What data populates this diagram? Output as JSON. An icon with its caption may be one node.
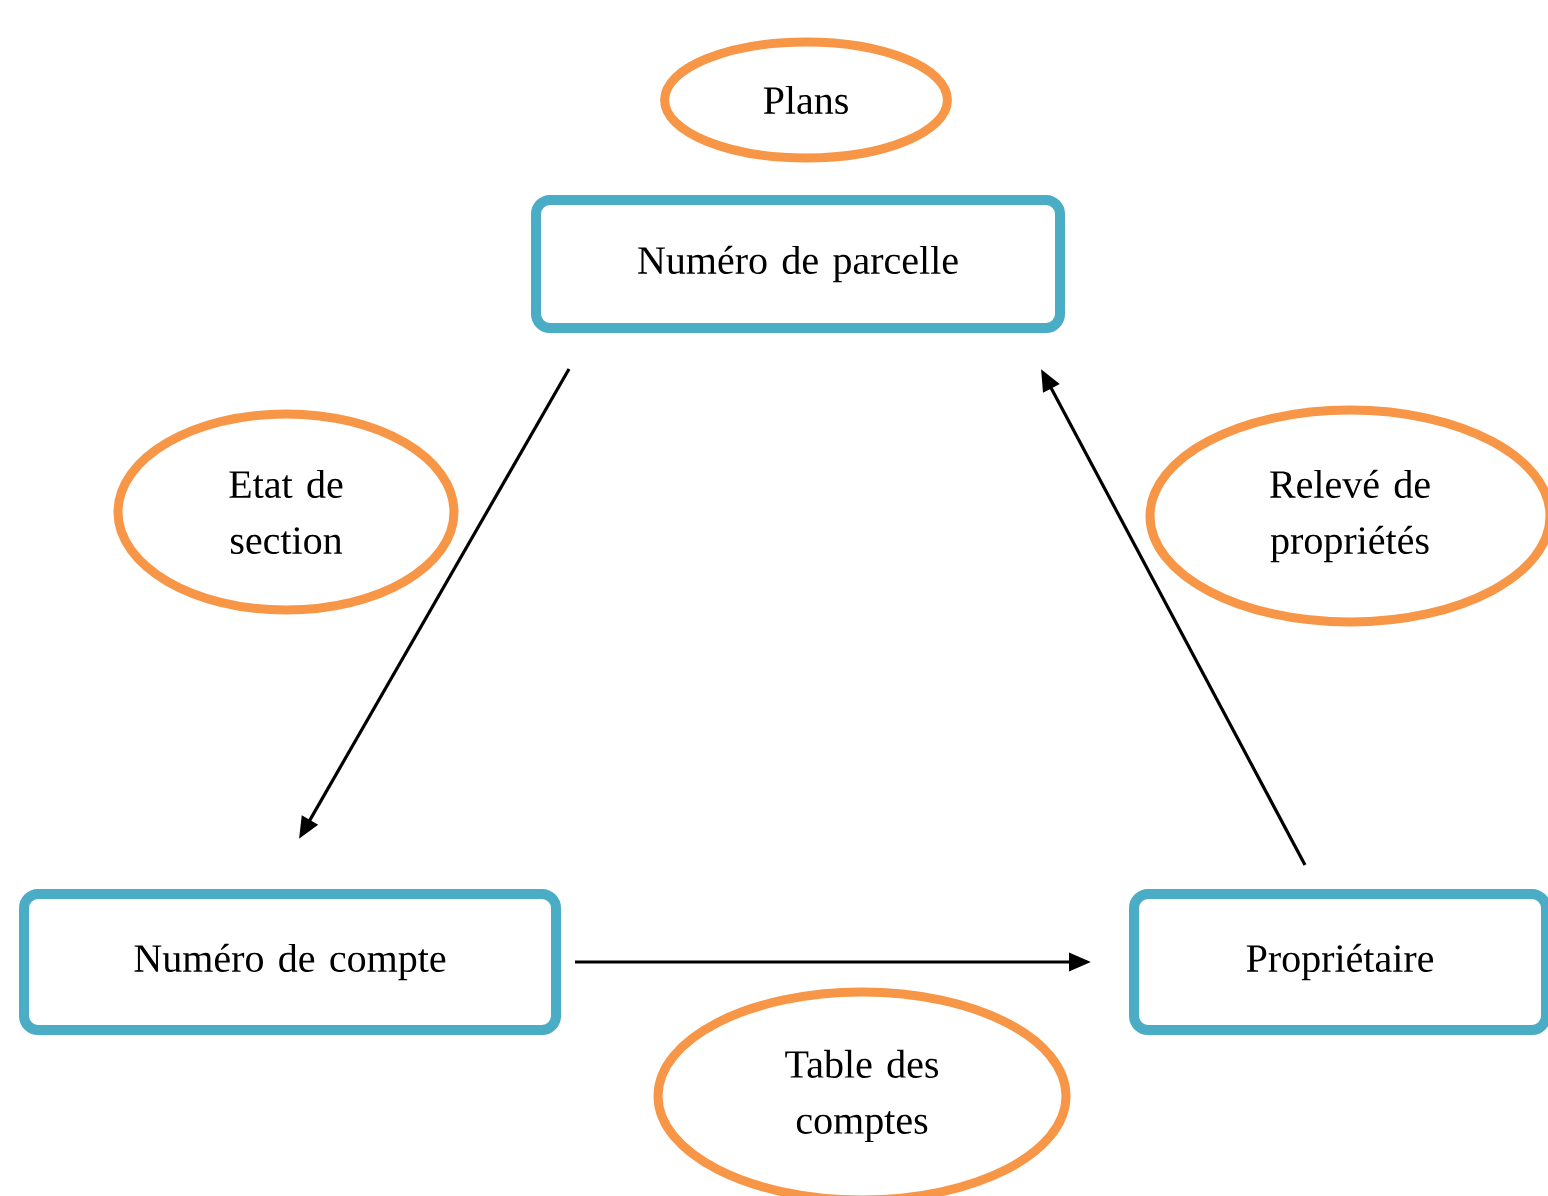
{
  "diagram": {
    "nodes": [
      {
        "text": [
          "Plans"
        ]
      },
      {
        "text": [
          "Numéro de parcelle"
        ]
      },
      {
        "text": [
          "Etat de section"
        ]
      },
      {
        "text": [
          "Relevé de propriétés"
        ]
      },
      {
        "text": [
          "Numéro de compte"
        ]
      },
      {
        "text": [
          "Propriétaire"
        ]
      },
      {
        "text": [
          "Table des comptes"
        ]
      }
    ],
    "edges": [
      {
        "from": 1,
        "to": 4,
        "arrow": "to"
      },
      {
        "from": 4,
        "to": 5,
        "arrow": "to"
      },
      {
        "from": 5,
        "to": 1,
        "arrow": "to"
      }
    ]
  }
}
